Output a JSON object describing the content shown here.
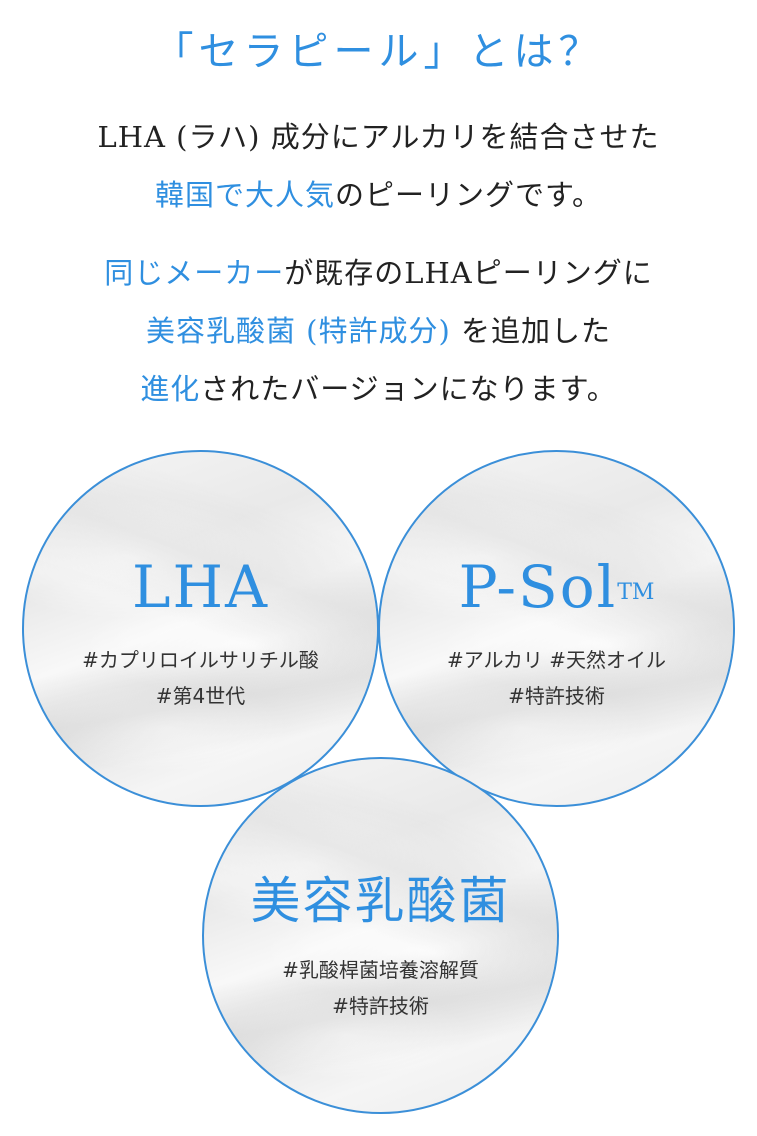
{
  "title": "「セラピール」とは？",
  "intro": {
    "line1": "LHA (ラハ) 成分にアルカリを結合させた",
    "line2_highlight": "韓国で大人気",
    "line2_rest": "のピーリングです。"
  },
  "evolution": {
    "line1_highlight": "同じメーカー",
    "line1_rest": "が既存のLHAピーリングに",
    "line2_highlight": "美容乳酸菌 (特許成分)",
    "line2_rest": " を追加した",
    "line3_highlight": "進化",
    "line3_rest": "されたバージョンになります。"
  },
  "circles": {
    "lha": {
      "title": "LHA",
      "tags": [
        "#カプリロイルサリチル酸",
        "#第4世代"
      ]
    },
    "psol": {
      "title": "P-Sol",
      "trademark": "TM",
      "tags": [
        "#アルカリ #天然オイル",
        "#特許技術"
      ]
    },
    "lactic": {
      "title": "美容乳酸菌",
      "tags": [
        "#乳酸桿菌培養溶解質",
        "#特許技術"
      ]
    }
  },
  "colors": {
    "accent": "#2f8fe0",
    "circle_border": "#3b8fd8",
    "text": "#222222"
  }
}
